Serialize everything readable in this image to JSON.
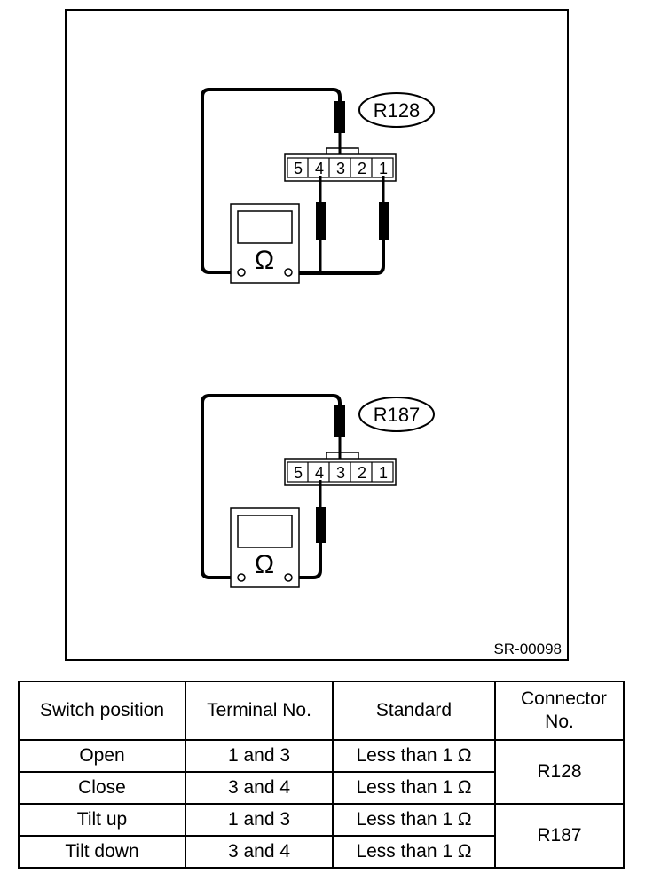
{
  "figure": {
    "connectors": [
      {
        "label": "R128",
        "pins": [
          "5",
          "4",
          "3",
          "2",
          "1"
        ]
      },
      {
        "label": "R187",
        "pins": [
          "5",
          "4",
          "3",
          "2",
          "1"
        ]
      }
    ],
    "meter_symbol": "Ω",
    "figure_id": "SR-00098"
  },
  "table": {
    "headers": [
      "Switch position",
      "Terminal No.",
      "Standard",
      "Connector No."
    ],
    "rows": [
      {
        "position": "Open",
        "terminal": "1 and 3",
        "standard": "Less than 1 Ω",
        "connector": "R128"
      },
      {
        "position": "Close",
        "terminal": "3 and 4",
        "standard": "Less than 1 Ω",
        "connector": ""
      },
      {
        "position": "Tilt up",
        "terminal": "1 and 3",
        "standard": "Less than 1 Ω",
        "connector": "R187"
      },
      {
        "position": "Tilt down",
        "terminal": "3 and 4",
        "standard": "Less than 1 Ω",
        "connector": ""
      }
    ]
  }
}
